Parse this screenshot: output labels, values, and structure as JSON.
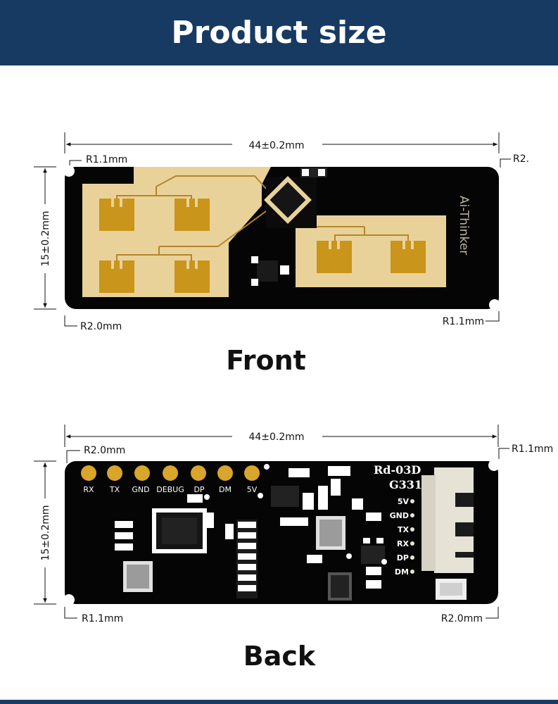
{
  "header": {
    "title": "Product size"
  },
  "front": {
    "label": "Front",
    "width_dim": "44±0.2mm",
    "height_dim": "15±0.2mm",
    "radius_top_left": "R1.1mm",
    "radius_top_right": "R2.",
    "radius_bottom_left": "R2.0mm",
    "radius_bottom_right": "R1.1mm",
    "brand": "Ai-Thinker"
  },
  "back": {
    "label": "Back",
    "width_dim": "44±0.2mm",
    "height_dim": "15±0.2mm",
    "radius_top_left": "R2.0mm",
    "radius_top_right": "R1.1mm",
    "radius_bottom_left": "R1.1mm",
    "radius_bottom_right": "R2.0mm",
    "model_line1": "Rd-03D",
    "model_line2": "G331",
    "top_pins": [
      "RX",
      "TX",
      "GND",
      "DEBUG",
      "DP",
      "DM",
      "5V"
    ],
    "connector_pins": [
      "5V",
      "GND",
      "TX",
      "RX",
      "DP",
      "DM"
    ]
  },
  "colors": {
    "header_bg": "#173a62",
    "board": "#050505",
    "antenna_copper": "#e9d29a",
    "patch_gold": "#c9951a",
    "pad_gold": "#d9a52a"
  }
}
